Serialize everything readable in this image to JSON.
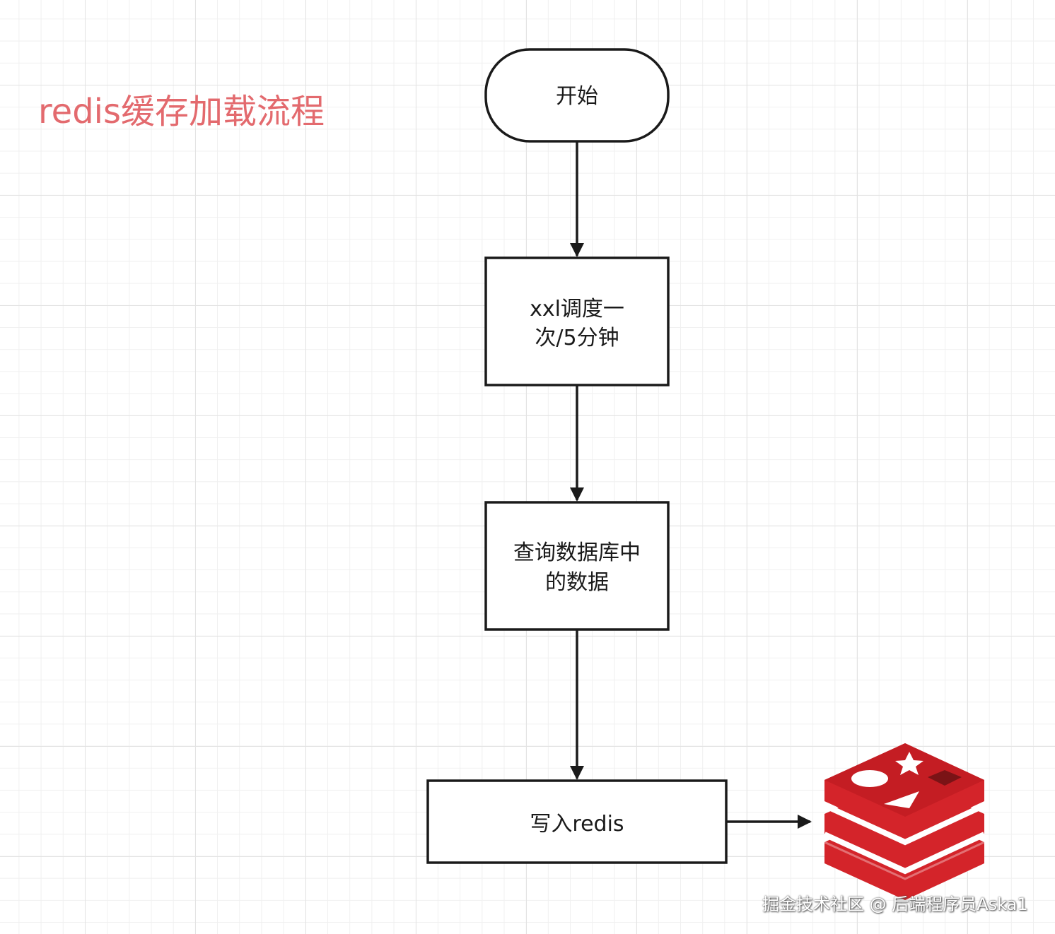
{
  "title": "redis缓存加载流程",
  "nodes": {
    "start": {
      "label": "开始"
    },
    "schedule": {
      "line1": "xxl调度一",
      "line2": "次/5分钟"
    },
    "query": {
      "line1": "查询数据库中",
      "line2": "的数据"
    },
    "write": {
      "label": "写入redis"
    }
  },
  "watermark": "掘金技术社区 @ 后端程序员Aska1",
  "colors": {
    "title": "#e36a6e",
    "stroke": "#1a1a1a",
    "redis_red": "#d4242a"
  },
  "icons": {
    "redis": "redis-logo-icon"
  }
}
